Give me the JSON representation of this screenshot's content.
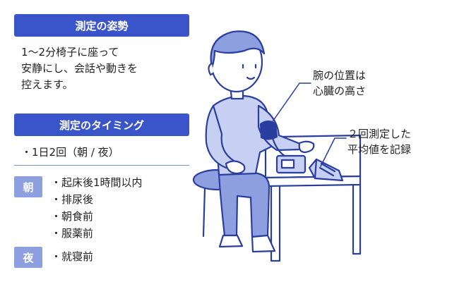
{
  "posture": {
    "title": "測定の姿勢",
    "text": "1〜2分椅子に座って\n安静にし、会話や動きを\n控えます。"
  },
  "timing": {
    "title": "測定のタイミング",
    "frequency": "・1日2回（朝 / 夜）",
    "morning": {
      "badge": "朝",
      "items": [
        "起床後1時間以内",
        "排尿後",
        "朝食前",
        "服薬前"
      ]
    },
    "night": {
      "badge": "夜",
      "items": [
        "就寝前"
      ]
    }
  },
  "callouts": {
    "arm_height": "腕の位置は\n心臓の高さ",
    "average": "２回測定した\n平均値を記録"
  },
  "colors": {
    "header_bg": "#3a54c9",
    "badge_bg": "#8e9fe0",
    "outline": "#2a3ea0",
    "fill_light": "#c7d0f3",
    "fill_mid": "#8e9fe0"
  }
}
